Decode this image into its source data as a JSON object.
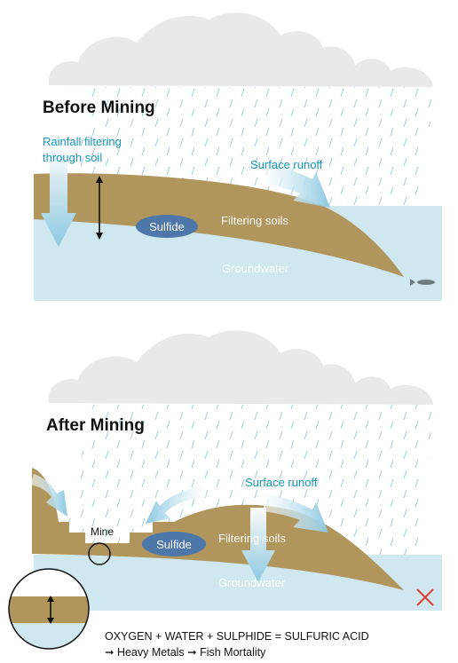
{
  "before": {
    "title": "Before Mining",
    "rainfall_line1": "Rainfall filtering",
    "rainfall_line2": "through soil",
    "surface_runoff": "Surface runoff",
    "sulfide": "Sulfide",
    "filtering_soils": "Filtering soils",
    "groundwater": "Groundwater"
  },
  "after": {
    "title": "After Mining",
    "surface_runoff": "Surface runoff",
    "mine": "Mine",
    "sulfide": "Sulfide",
    "filtering_soils": "Filtering soils",
    "groundwater": "Groundwater"
  },
  "equation": {
    "line1": "OXYGEN + WATER + SULPHIDE = SULFURIC ACID",
    "line2": "➞ Heavy Metals ➞ Fish Mortality"
  },
  "colors": {
    "soil": "#b0955c",
    "groundwater": "#cfe8f0",
    "cloud": "#e9e9e9",
    "rain": "#a9cde0",
    "accent_text": "#1596b8",
    "sulfide": "#4c77a8",
    "dead_fish_x": "#d9403a"
  },
  "icons": [
    "rain-streaks",
    "cloud",
    "fish-icon",
    "x-mark-icon",
    "double-arrow-icon",
    "magnifier-circle"
  ]
}
